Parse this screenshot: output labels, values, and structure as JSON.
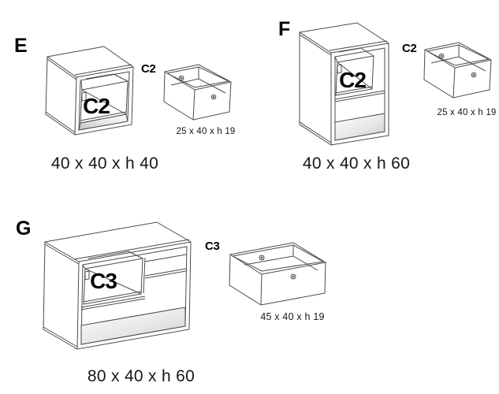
{
  "diagram": {
    "background": "#ffffff",
    "line_color": "#4a4a4a",
    "floor_shade": "#c2c2c2",
    "sections": [
      {
        "letter": "E",
        "unit_dims": "40 x 40 x h 40",
        "insert_label": "C2",
        "box_ref": "C2",
        "box_dims": "25 x 40 x h 19"
      },
      {
        "letter": "F",
        "unit_dims": "40 x 40 x h 60",
        "insert_label": "C2",
        "box_ref": "C2",
        "box_dims": "25 x 40 x h 19"
      },
      {
        "letter": "G",
        "unit_dims": "80 x 40 x h 60",
        "insert_label": "C3",
        "box_ref": "C3",
        "box_dims": "45 x 40 x h 19"
      }
    ]
  }
}
